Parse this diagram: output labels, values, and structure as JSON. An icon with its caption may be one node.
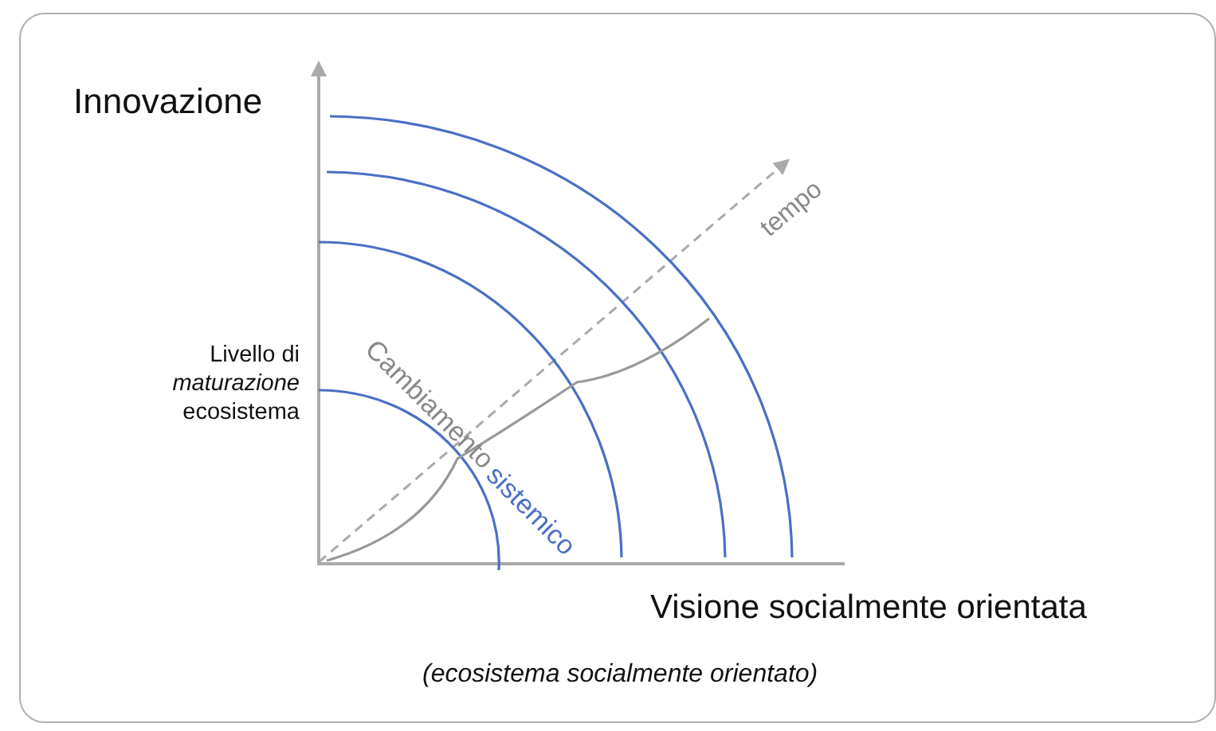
{
  "diagram": {
    "caption": "(ecosistema socialmente orientato)",
    "labels": [
      "Innovazione",
      "Livello di *maturazione* ecosistema",
      "tempo",
      "Cambiamento",
      "sistemico",
      "Visione socialmente orientata"
    ]
  }
}
